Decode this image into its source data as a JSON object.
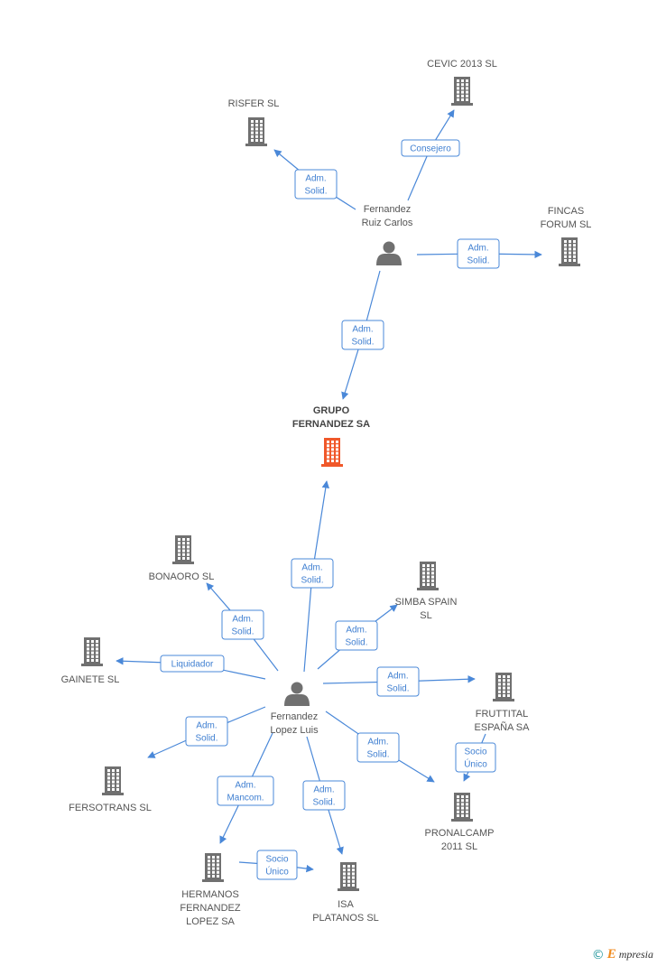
{
  "colors": {
    "edge": "#4a88d8",
    "company_icon": "#707070",
    "main_company_icon": "#f0582a",
    "person_icon": "#707070"
  },
  "nodes": [
    {
      "id": "cevic",
      "type": "company",
      "label_lines": [
        "CEVIC 2013 SL"
      ]
    },
    {
      "id": "risfer",
      "type": "company",
      "label_lines": [
        "RISFER SL"
      ]
    },
    {
      "id": "ruiz",
      "type": "person",
      "label_lines": [
        "Fernandez",
        "Ruiz Carlos"
      ]
    },
    {
      "id": "fincas",
      "type": "company",
      "label_lines": [
        "FINCAS",
        "FORUM  SL"
      ]
    },
    {
      "id": "grupo",
      "type": "main",
      "label_lines": [
        "GRUPO",
        "FERNANDEZ SA"
      ]
    },
    {
      "id": "bonaoro",
      "type": "company",
      "label_lines": [
        "BONAORO SL"
      ]
    },
    {
      "id": "simba",
      "type": "company",
      "label_lines": [
        "SIMBA SPAIN",
        "SL"
      ]
    },
    {
      "id": "gainete",
      "type": "company",
      "label_lines": [
        "GAINETE SL"
      ]
    },
    {
      "id": "lopez",
      "type": "person",
      "label_lines": [
        "Fernandez",
        "Lopez Luis"
      ]
    },
    {
      "id": "fruttital",
      "type": "company",
      "label_lines": [
        "FRUTTITAL",
        "ESPAÑA SA"
      ]
    },
    {
      "id": "fersotrans",
      "type": "company",
      "label_lines": [
        "FERSOTRANS SL"
      ]
    },
    {
      "id": "pronalcamp",
      "type": "company",
      "label_lines": [
        "PRONALCAMP",
        "2011 SL"
      ]
    },
    {
      "id": "hermanos",
      "type": "company",
      "label_lines": [
        "HERMANOS",
        "FERNANDEZ",
        "LOPEZ SA"
      ]
    },
    {
      "id": "isa",
      "type": "company",
      "label_lines": [
        "ISA",
        "PLATANOS SL"
      ]
    }
  ],
  "edges": [
    {
      "from": "ruiz",
      "to": "cevic",
      "label_lines": [
        "Consejero"
      ]
    },
    {
      "from": "ruiz",
      "to": "risfer",
      "label_lines": [
        "Adm.",
        "Solid."
      ]
    },
    {
      "from": "ruiz",
      "to": "fincas",
      "label_lines": [
        "Adm.",
        "Solid."
      ]
    },
    {
      "from": "ruiz",
      "to": "grupo",
      "label_lines": [
        "Adm.",
        "Solid."
      ]
    },
    {
      "from": "lopez",
      "to": "grupo",
      "label_lines": [
        "Adm.",
        "Solid."
      ]
    },
    {
      "from": "lopez",
      "to": "bonaoro",
      "label_lines": [
        "Adm.",
        "Solid."
      ]
    },
    {
      "from": "lopez",
      "to": "simba",
      "label_lines": [
        "Adm.",
        "Solid."
      ]
    },
    {
      "from": "lopez",
      "to": "gainete",
      "label_lines": [
        "Liquidador"
      ]
    },
    {
      "from": "lopez",
      "to": "fruttital",
      "label_lines": [
        "Adm.",
        "Solid."
      ]
    },
    {
      "from": "lopez",
      "to": "fersotrans",
      "label_lines": [
        "Adm.",
        "Solid."
      ]
    },
    {
      "from": "lopez",
      "to": "pronalcamp",
      "label_lines": [
        "Adm.",
        "Solid."
      ]
    },
    {
      "from": "lopez",
      "to": "hermanos",
      "label_lines": [
        "Adm.",
        "Mancom."
      ]
    },
    {
      "from": "lopez",
      "to": "isa",
      "label_lines": [
        "Adm.",
        "Solid."
      ]
    },
    {
      "from": "fruttital",
      "to": "pronalcamp",
      "label_lines": [
        "Socio",
        "Único"
      ]
    },
    {
      "from": "hermanos",
      "to": "isa",
      "label_lines": [
        "Socio",
        "Único"
      ]
    }
  ],
  "footer": {
    "copyright_symbol": "©",
    "brand_initial": "E",
    "brand_rest": "mpresia"
  }
}
